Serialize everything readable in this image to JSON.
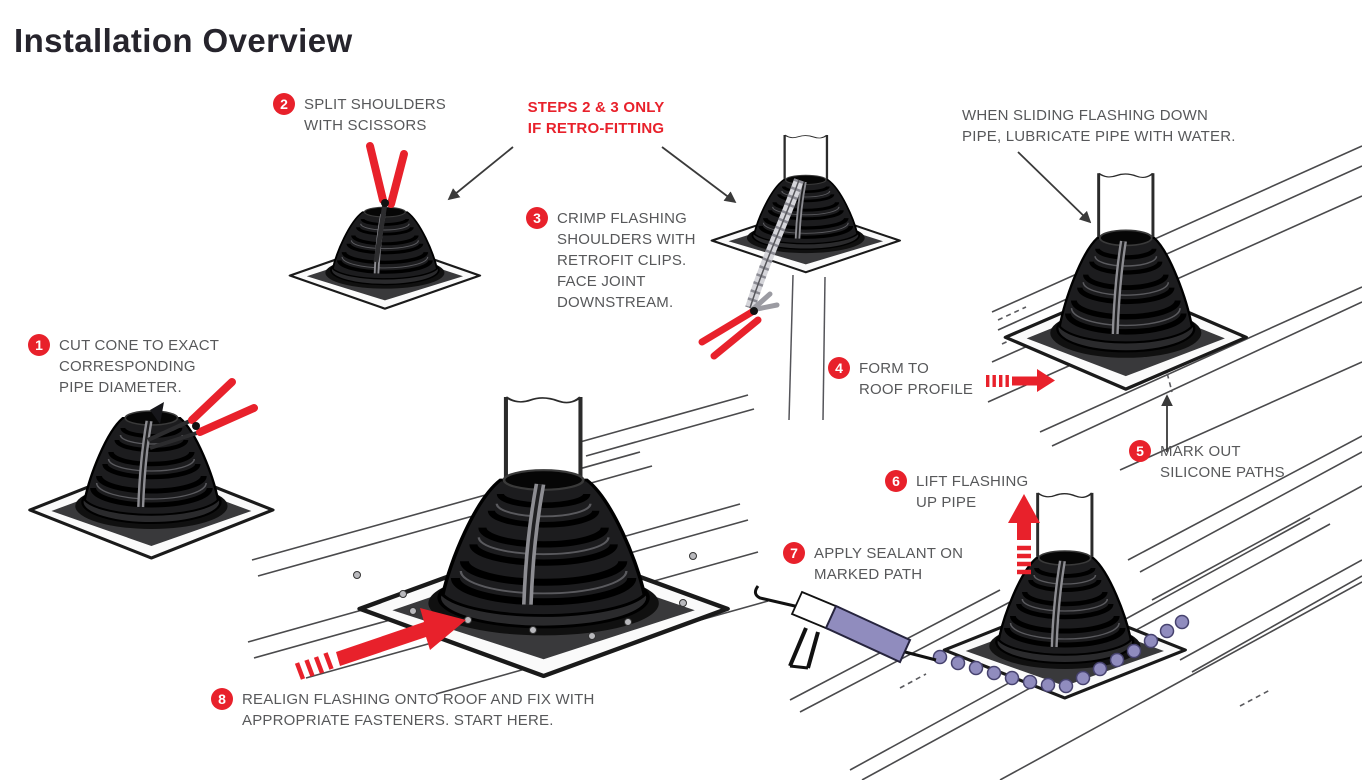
{
  "title": "Installation Overview",
  "annotations": {
    "retrofit_note": "STEPS 2 & 3 ONLY\nIF RETRO-FITTING",
    "lubricate_note": "WHEN SLIDING FLASHING DOWN\nPIPE, LUBRICATE PIPE WITH WATER."
  },
  "steps": [
    {
      "number": "1",
      "label": "CUT CONE TO EXACT\nCORRESPONDING\nPIPE DIAMETER."
    },
    {
      "number": "2",
      "label": "SPLIT SHOULDERS\nWITH SCISSORS"
    },
    {
      "number": "3",
      "label": "CRIMP FLASHING\nSHOULDERS WITH\nRETROFIT CLIPS.\nFACE JOINT\nDOWNSTREAM."
    },
    {
      "number": "4",
      "label": "FORM TO\nROOF PROFILE"
    },
    {
      "number": "5",
      "label": "MARK OUT\nSILICONE PATHS"
    },
    {
      "number": "6",
      "label": "LIFT FLASHING\nUP PIPE"
    },
    {
      "number": "7",
      "label": "APPLY SEALANT ON\nMARKED PATH"
    },
    {
      "number": "8",
      "label": "REALIGN FLASHING ONTO ROOF AND FIX WITH\nAPPROPRIATE FASTENERS. START HERE."
    }
  ],
  "colors": {
    "accent_red": "#e8212b",
    "label_gray": "#57585a",
    "title_color": "#26242c",
    "sealant_purple": "#908cbe",
    "flashing_black": "#1c1c1e"
  }
}
